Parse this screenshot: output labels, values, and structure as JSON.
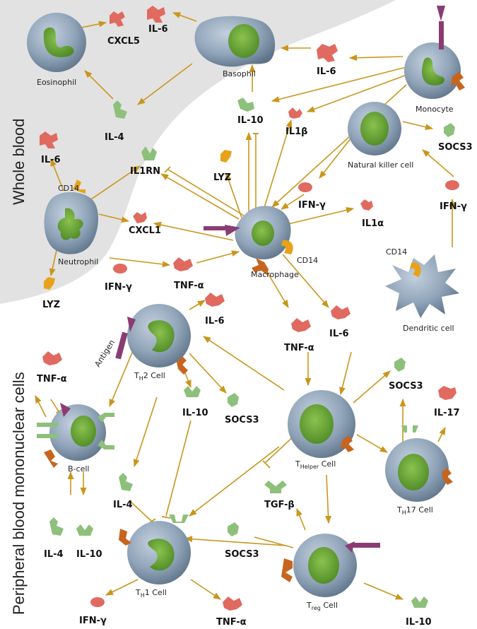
{
  "regions": {
    "whole_blood": "Whole blood",
    "pbmc": "Peripheral blood mononuclear cells"
  },
  "cells": {
    "eosinophil": "Eosinophil",
    "basophil": "Basophil",
    "monocyte": "Monocyte",
    "natural_killer": "Natural killer cell",
    "neutrophil": "Neutrophil",
    "macrophage": "Macrophage",
    "dendritic": "Dendritic cell",
    "th2_main": "T",
    "th2_sub": "H",
    "th2_tail": "2 Cell",
    "thelper_main": "T",
    "thelper_sub": "Helper",
    "thelper_tail": " Cell",
    "th17_main": "T",
    "th17_sub": "H",
    "th17_tail": "17 Cell",
    "bcell": "B-cell",
    "th1_main": "T",
    "th1_sub": "H",
    "th1_tail": "1 Cell",
    "treg_main": "T",
    "treg_sub": "reg",
    "treg_tail": " Cell"
  },
  "markers": {
    "cd14_neutrophil": "CD14",
    "cd14_macrophage": "CD14",
    "cd14_dendritic": "CD14",
    "antigen": "Antigen"
  },
  "molecules": {
    "cxcl5": "CXCL5",
    "il6_top": "IL-6",
    "il6_mono": "IL-6",
    "il10_top": "IL-10",
    "il1b": "IL1β",
    "socs3_nk": "SOCS3",
    "il4_eos": "IL-4",
    "il6_neut": "IL-6",
    "il1rn": "IL1RN",
    "lyz_mac": "LYZ",
    "ifng_mac": "IFN-γ",
    "ifng_dc": "IFN-γ",
    "cxcl1": "CXCL1",
    "il1a": "IL1α",
    "lyz_neut": "LYZ",
    "ifng_th2": "IFN-γ",
    "tnfa_mac": "TNF-α",
    "il6_th2": "IL-6",
    "tnfa_th": "TNF-α",
    "il6_th": "IL-6",
    "tnfa_b": "TNF-α",
    "socs3_th17": "SOCS3",
    "il17": "IL-17",
    "il10_th2": "IL-10",
    "socs3_th2": "SOCS3",
    "il4_th1": "IL-4",
    "tgfb": "TGF-β",
    "il4_b": "IL-4",
    "il10_b": "IL-10",
    "socs3_th1": "SOCS3",
    "ifng_th1": "IFN-γ",
    "tnfa_th1": "TNF-α",
    "il10_treg": "IL-10"
  },
  "colors": {
    "region_bg": "#e2e2e2",
    "cell_body": "#8fa3b8",
    "nucleus": "#6aa33a",
    "arrow": "#c9961c",
    "cytokine_red": "#e06a60",
    "receptor_green": "#8dc07a",
    "cd14_orange": "#e8a21a",
    "receptor_brown": "#c7651e",
    "antibody_purple": "#8a3c72"
  }
}
